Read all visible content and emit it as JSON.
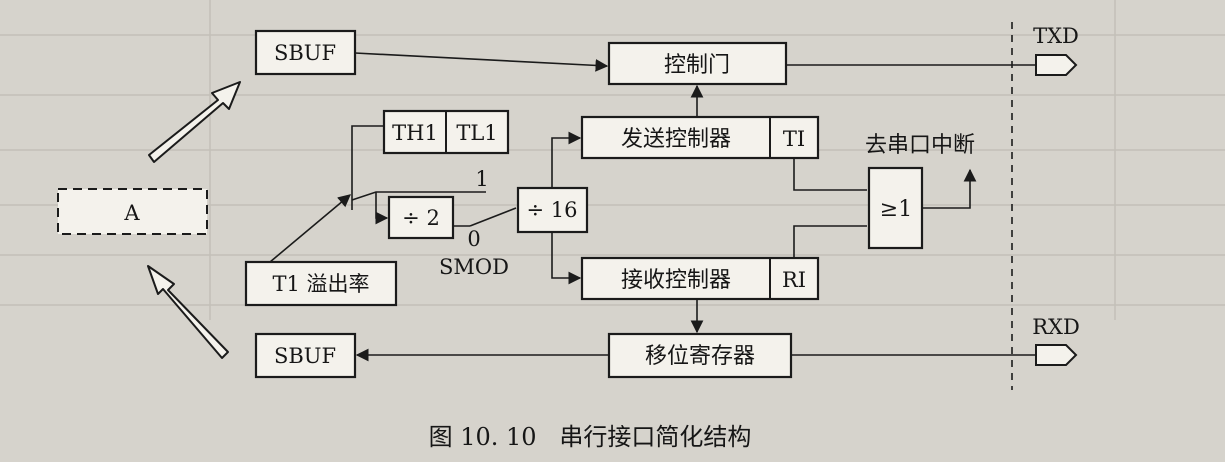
{
  "diagram": {
    "blocks": {
      "sbuf_tx": "SBUF",
      "sbuf_rx": "SBUF",
      "bus": "A",
      "th1": "TH1",
      "tl1": "TL1",
      "t1_overflow": "T1 溢出率",
      "div2": "÷ 2",
      "div16": "÷ 16",
      "control_gate": "控制门",
      "tx_controller": "发送控制器",
      "ti": "TI",
      "rx_controller": "接收控制器",
      "ri": "RI",
      "shift_register": "移位寄存器",
      "or_gate": "≥1"
    },
    "labels": {
      "txd": "TXD",
      "rxd": "RXD",
      "interrupt": "去串口中断",
      "smod": "SMOD",
      "smod_one": "1",
      "smod_zero": "0"
    },
    "caption": "图 10. 10   串行接口简化结构"
  }
}
